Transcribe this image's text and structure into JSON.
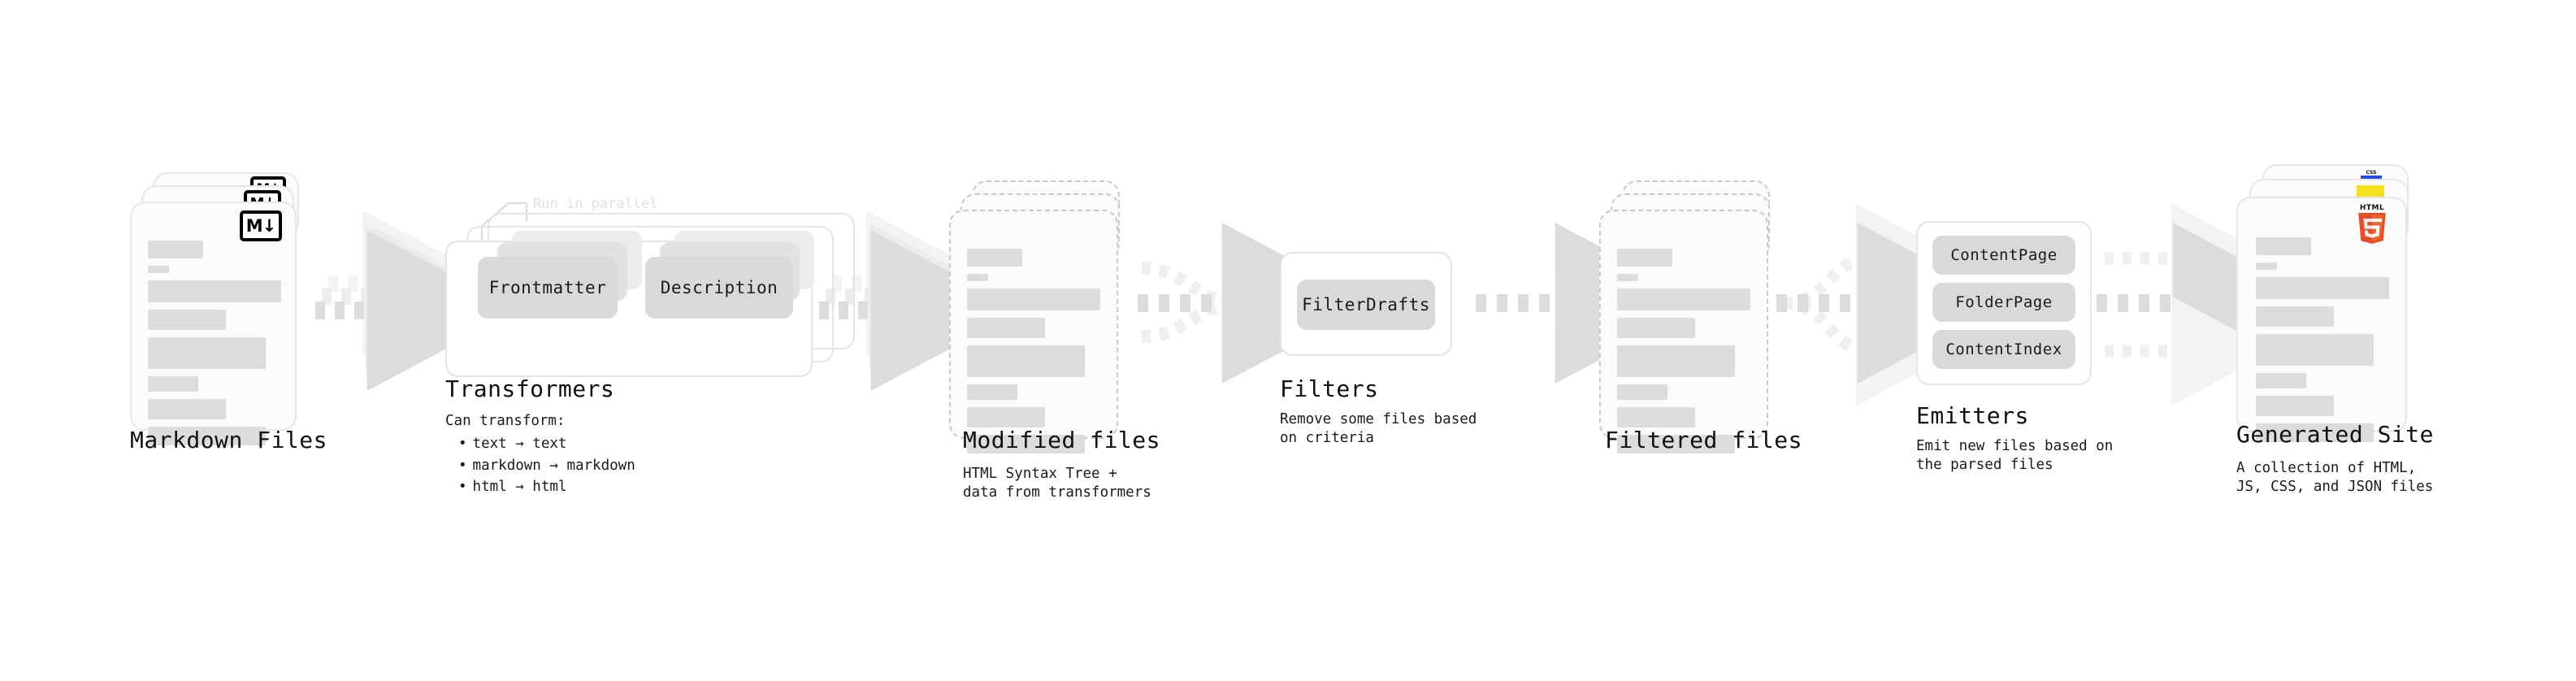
{
  "palette": {
    "background": "#ffffff",
    "card_bg": "#fbfbfb",
    "card_border": "#e6e6e6",
    "dashed_border": "#c9c9c9",
    "line_fill": "#dcdcdc",
    "chip_fill": "#d9d9d9",
    "arrow_fill": "#dcdcdc",
    "text": "#101010",
    "muted_text": "#e0e0e0",
    "html5_orange": "#e44d26",
    "html5_orange_light": "#f16529",
    "css_blue": "#264de4",
    "js_yellow": "#f7df1e"
  },
  "stages": {
    "markdown_files": {
      "title": "Markdown Files",
      "badge": "M↓",
      "badge_icon_name": "markdown-icon"
    },
    "transformers": {
      "title": "Transformers",
      "parallel_note": "Run in parallel",
      "chips": [
        "Frontmatter",
        "Description"
      ],
      "caption_lead": "Can transform:",
      "caption_bullets": [
        "text → text",
        "markdown → markdown",
        "html → html"
      ]
    },
    "modified_files": {
      "title": "Modified files",
      "subtitle": "HTML Syntax Tree +\ndata from transformers"
    },
    "filters": {
      "title": "Filters",
      "chips": [
        "FilterDrafts"
      ],
      "subtitle": "Remove some files based\non criteria"
    },
    "filtered_files": {
      "title": "Filtered files",
      "subtitle": ""
    },
    "emitters": {
      "title": "Emitters",
      "chips": [
        "ContentPage",
        "FolderPage",
        "ContentIndex"
      ],
      "subtitle": "Emit new files based on\nthe parsed files"
    },
    "generated_site": {
      "title": "Generated Site",
      "subtitle": "A collection of HTML,\nJS, CSS, and JSON files",
      "badges": [
        "HTML",
        "CSS",
        "JS"
      ]
    }
  },
  "doc_line_widths": [
    {
      "w": 68,
      "h": 22
    },
    {
      "w": 26,
      "h": 9
    },
    {
      "w": 164,
      "h": 27
    },
    {
      "w": 96,
      "h": 25
    },
    {
      "w": 145,
      "h": 39
    },
    {
      "w": 62,
      "h": 19
    },
    {
      "w": 96,
      "h": 25
    },
    {
      "w": 145,
      "h": 23
    }
  ]
}
